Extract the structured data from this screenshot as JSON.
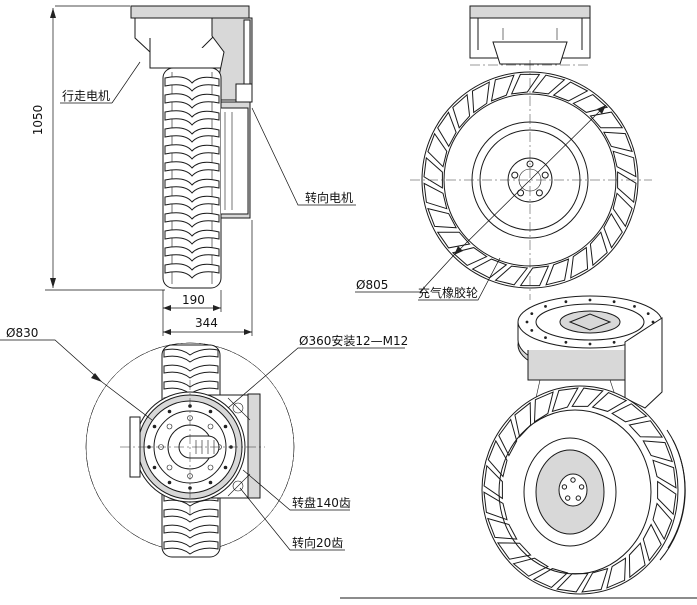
{
  "labels": {
    "drive_motor": "行走电机",
    "steering_motor": "转向电机",
    "height_dim": "1050",
    "width_190": "190",
    "width_344": "344",
    "diameter_805": "805",
    "pneumatic_wheel": "充气橡胶轮",
    "diameter_830": "830",
    "mount_360": "360安装12—M12",
    "turntable_teeth": "转盘140齿",
    "steering_teeth": "转向20齿"
  },
  "symbols": {
    "diameter": "Ø"
  }
}
